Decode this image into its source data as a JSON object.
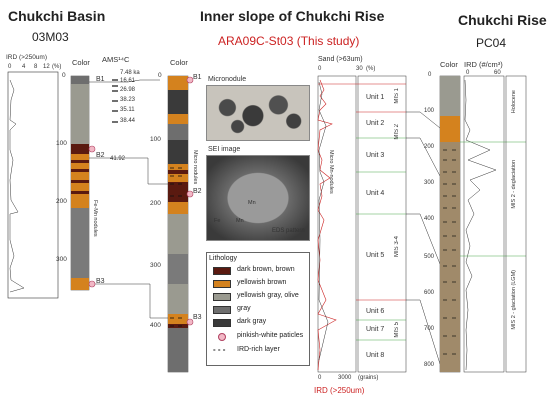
{
  "titles": {
    "left_title": "Chukchi Basin",
    "left_core": "03M03",
    "center_title": "Inner slope of Chukchi Rise",
    "center_core": "ARA09C-St03 (This study)",
    "right_title": "Chukchi Rise",
    "right_core": "PC04"
  },
  "left_panel": {
    "ird_header": "IRD (>250um)",
    "ird_ticks": [
      "0",
      "4",
      "8",
      "12",
      "(%)"
    ],
    "color_header": "Color",
    "ams_header": "AMS¹⁴C",
    "ams_ages": [
      "7.48 ka",
      "16.61",
      "26.98",
      "38.23",
      "35.11",
      "38.44"
    ],
    "b2_age": "41.92",
    "boundaries": [
      "B1",
      "B2",
      "B3"
    ],
    "depth_ticks": [
      "0",
      "100",
      "200",
      "300"
    ],
    "fe_mn_note": "Fe-Mn nodules"
  },
  "center_panel": {
    "color_header": "Color",
    "depth_ticks": [
      "0",
      "100",
      "200",
      "300",
      "400"
    ],
    "boundaries": [
      "B1",
      "B2",
      "B3"
    ],
    "micro_note": "Micro nodules",
    "micronodule_label": "Micronodule",
    "sei_label": "SEI image",
    "eds_label": "EDS pattern",
    "eds_peaks": [
      "Mn",
      "Fe",
      "Mn"
    ],
    "sand_header": "Sand (>63um)",
    "sand_ticks": [
      "0",
      "30",
      "(%)"
    ],
    "ird_footer": "IRD (>250um)",
    "ird_ticks": [
      "0",
      "3000",
      "(grains)"
    ],
    "micro_vertical": "Micro Mn-nodules",
    "units": [
      "Unit 1",
      "Unit 2",
      "Unit 3",
      "Unit 4",
      "Unit 5",
      "Unit 6",
      "Unit 7",
      "Unit 8"
    ],
    "mis": [
      "MIS 1",
      "MIS 2",
      "MIS 3-4",
      "MIS 5"
    ]
  },
  "legend": {
    "title": "Lithology",
    "items": [
      {
        "label": "dark brown, brown",
        "color": "#5a1a10"
      },
      {
        "label": "yellowish brown",
        "color": "#d4821e"
      },
      {
        "label": "yellowish gray, olive",
        "color": "#9a9a90"
      },
      {
        "label": "gray",
        "color": "#6e6e6e"
      },
      {
        "label": "dark gray",
        "color": "#3a3a3a"
      }
    ],
    "pinkish": "pinkish-white paticles",
    "ird_layer": "IRD-rich layer"
  },
  "right_panel": {
    "color_header": "Color",
    "ird_header": "IRD (#/cm³)",
    "ird_ticks": [
      "0",
      "60"
    ],
    "depth_ticks": [
      "0",
      "100",
      "200",
      "300",
      "400",
      "500",
      "600",
      "700",
      "800"
    ],
    "stages": [
      "Holocene",
      "MIS 2 - deglaciation",
      "MIS 2 - glaciation (LGM)"
    ]
  },
  "colors": {
    "accent_red": "#cc2222",
    "yellowish_brown": "#d4821e",
    "dark_brown": "#5a1a10",
    "gray": "#6e6e6e",
    "dark_gray": "#3a3a3a",
    "olive_gray": "#9a9a90",
    "green_line": "#4aa84a"
  }
}
